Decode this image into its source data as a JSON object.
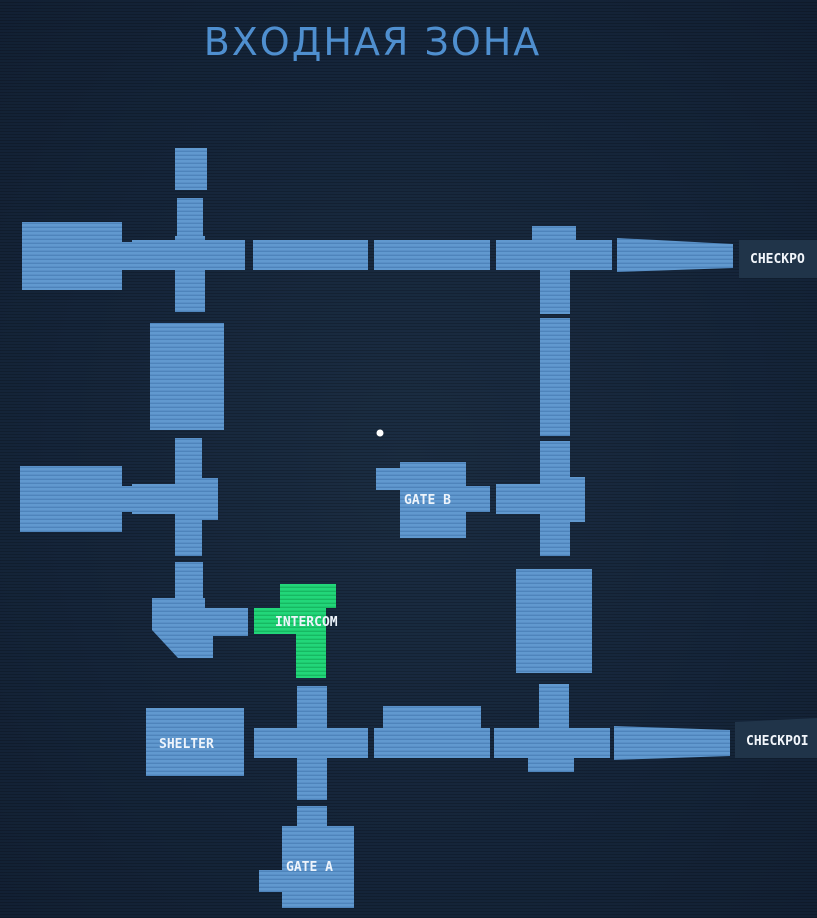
{
  "map": {
    "title": "ВХОДНАЯ ЗОНА",
    "colors": {
      "background": "#162638",
      "room": "#5f95cc",
      "highlighted_room": "#1ecf73",
      "title": "#4f8fcf"
    },
    "rooms": {
      "gate_b": "GATE B",
      "intercom": "INTERCOM",
      "shelter": "SHELTER",
      "gate_a": "GATE A"
    },
    "exits": {
      "top_right": "CHECKPO",
      "bottom_right": "CHECKPOI"
    },
    "highlighted_room": "INTERCOM"
  }
}
